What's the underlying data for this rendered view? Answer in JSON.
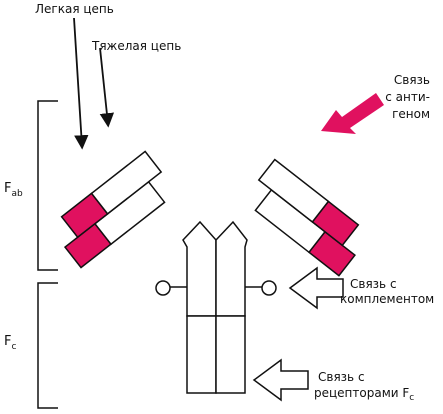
{
  "colors": {
    "variable_region": "#e0115f",
    "outline": "#111111",
    "background": "#ffffff"
  },
  "labels": {
    "light_chain": "Легкая цепь",
    "heavy_chain": "Тяжелая цепь",
    "antigen_binding": [
      "Связь",
      "с анти-",
      "геном"
    ],
    "complement_binding": [
      "Связь с",
      "комплементом"
    ],
    "receptor_binding_line1": "Связь с",
    "receptor_binding_line2": "рецепторами F",
    "receptor_binding_sub": "c"
  },
  "regions": {
    "fab": {
      "main": "F",
      "sub": "ab"
    },
    "fc": {
      "main": "F",
      "sub": "c"
    }
  }
}
